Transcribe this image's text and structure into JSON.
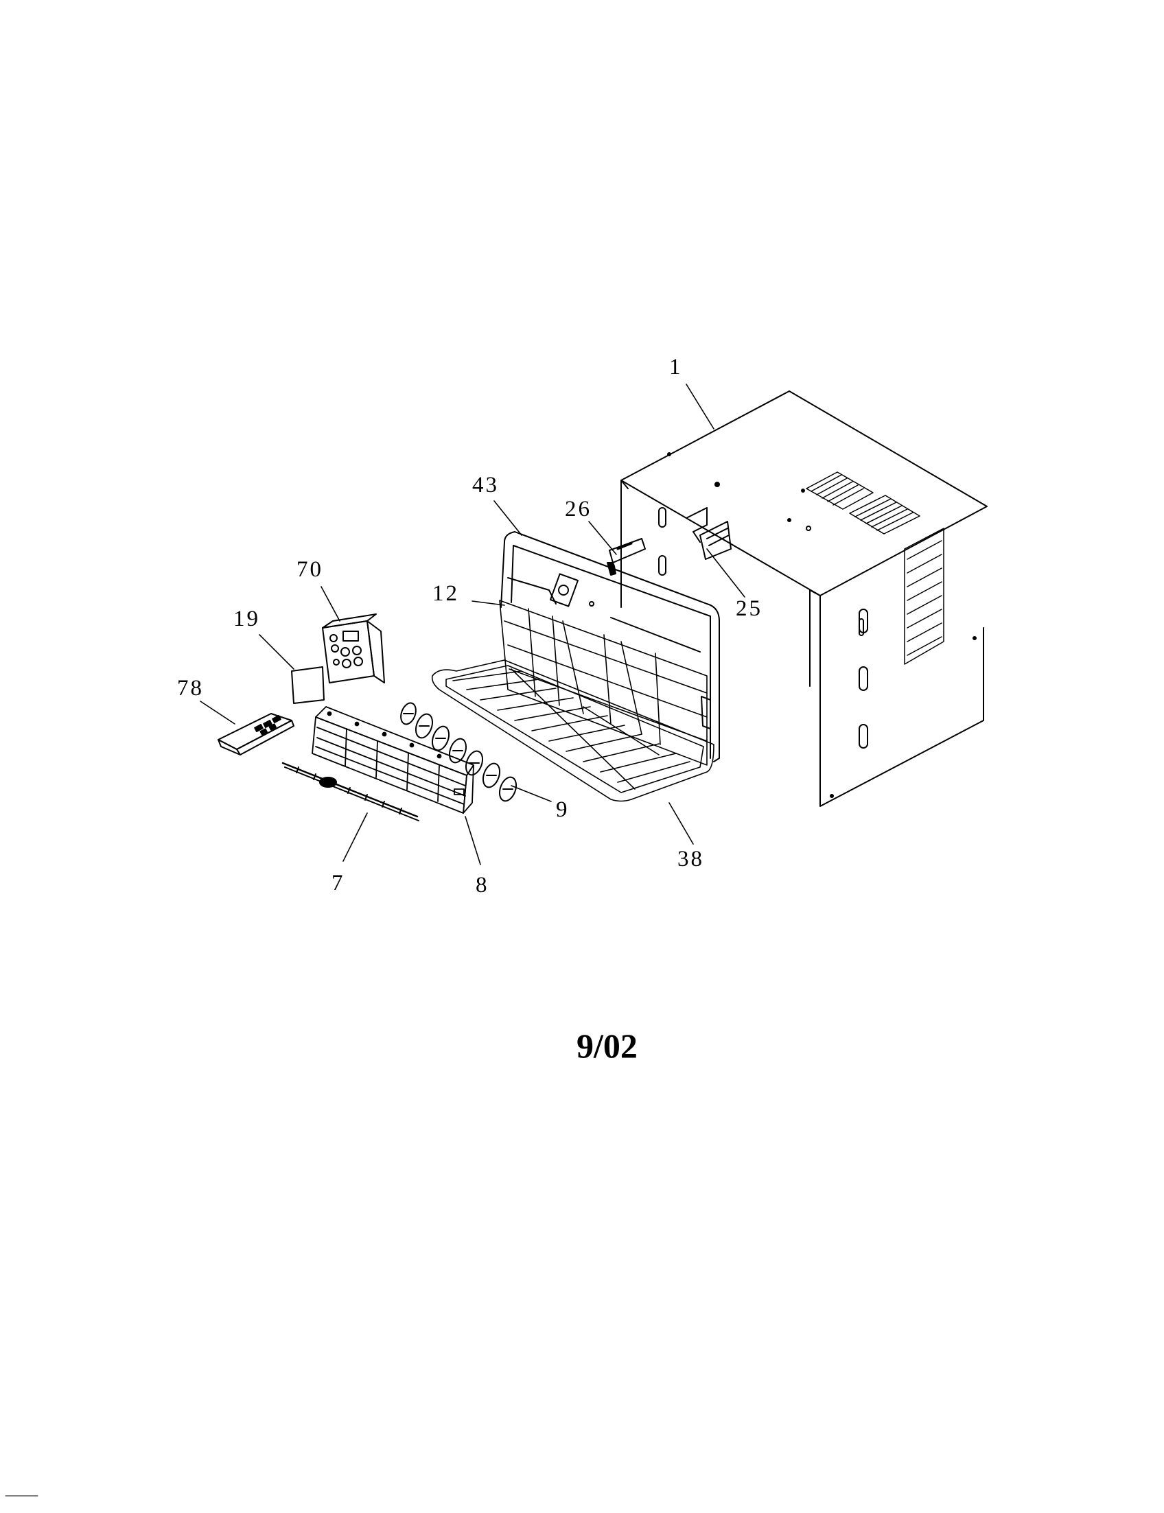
{
  "diagram": {
    "callouts": [
      {
        "id": "c1",
        "label": "1"
      },
      {
        "id": "c43",
        "label": "43"
      },
      {
        "id": "c26",
        "label": "26"
      },
      {
        "id": "c25",
        "label": "25"
      },
      {
        "id": "c70",
        "label": "70"
      },
      {
        "id": "c12",
        "label": "12"
      },
      {
        "id": "c19",
        "label": "19"
      },
      {
        "id": "c78",
        "label": "78"
      },
      {
        "id": "c9",
        "label": "9"
      },
      {
        "id": "c38",
        "label": "38"
      },
      {
        "id": "c7",
        "label": "7"
      },
      {
        "id": "c8",
        "label": "8"
      }
    ],
    "date_code": "9/02"
  }
}
